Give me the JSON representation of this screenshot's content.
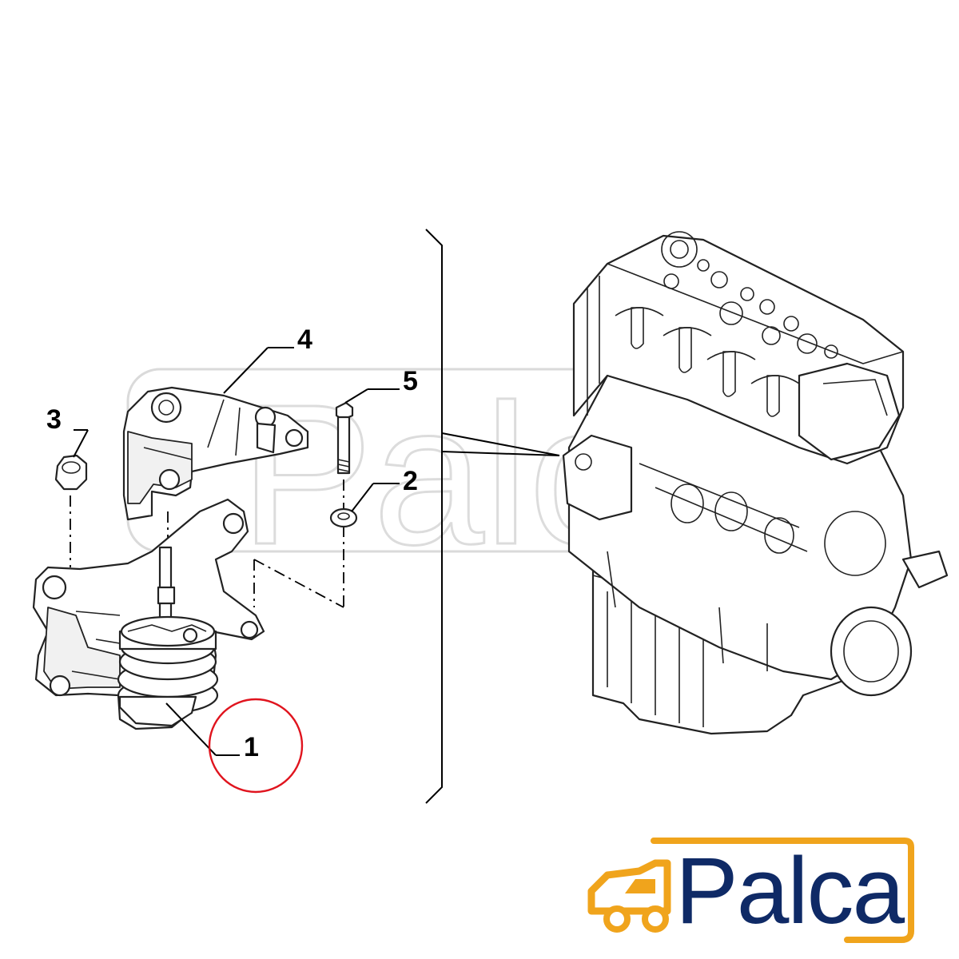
{
  "diagram": {
    "callouts": [
      {
        "id": "1",
        "text": "1"
      },
      {
        "id": "2",
        "text": "2"
      },
      {
        "id": "3",
        "text": "3"
      },
      {
        "id": "4",
        "text": "4"
      },
      {
        "id": "5",
        "text": "5"
      }
    ],
    "highlight_color": "#e0141e",
    "line_color": "#000000"
  },
  "watermark": {
    "text": "Palca"
  },
  "logo": {
    "text": "Palca",
    "text_color": "#0f2a66",
    "accent_color": "#f0a41c",
    "icon": "truck-icon"
  }
}
